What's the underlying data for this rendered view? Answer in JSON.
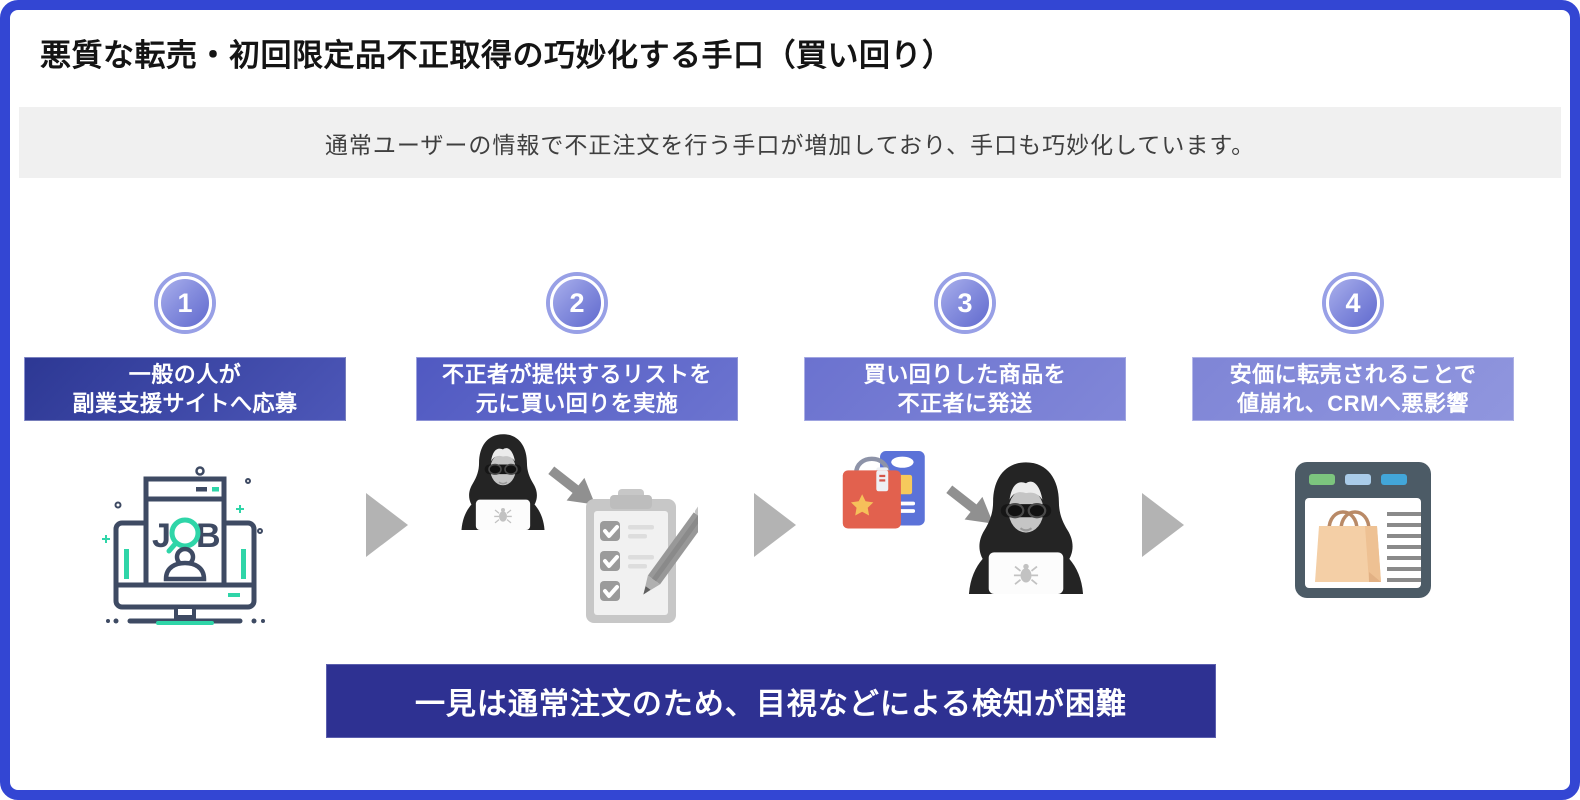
{
  "header": {
    "title": "悪質な転売・初回限定品不正取得の巧妙化する手口（買い回り）",
    "subtitle": "通常ユーザーの情報で不正注文を行う手口が増加しており、手口も巧妙化しています。"
  },
  "steps": [
    {
      "number": "1",
      "label_line1": "一般の人が",
      "label_line2": "副業支援サイトへ応募",
      "icon": "job-site-monitor-icon",
      "box_color_start": "#2d3894",
      "box_color_end": "#4d57b8"
    },
    {
      "number": "2",
      "label_line1": "不正者が提供するリストを",
      "label_line2": "元に買い回りを実施",
      "icon": "hacker-to-checklist-icon",
      "box_color_start": "#5059c1",
      "box_color_end": "#6c74d0"
    },
    {
      "number": "3",
      "label_line1": "買い回りした商品を",
      "label_line2": "不正者に発送",
      "icon": "bags-to-hacker-icon",
      "box_color_start": "#6b72cf",
      "box_color_end": "#8187d8"
    },
    {
      "number": "4",
      "label_line1": "安価に転売されることで",
      "label_line2": "値崩れ、CRMへ悪影響",
      "icon": "shop-browser-bag-icon",
      "box_color_start": "#7f85d6",
      "box_color_end": "#9096de"
    }
  ],
  "footer": {
    "banner": "一見は通常注文のため、目視などによる検知が困難"
  },
  "colors": {
    "frame_border": "#3346d3",
    "subtitle_bg": "#f0f0f0",
    "banner_bg": "#2e3192",
    "circle_gradient_start": "#aab0ec",
    "circle_gradient_end": "#616ace",
    "circle_ring": "#98a0e6",
    "flow_arrow_gray": "#b3b3b3",
    "icon_navy": "#3e4a63",
    "icon_teal": "#2fd5a8"
  }
}
